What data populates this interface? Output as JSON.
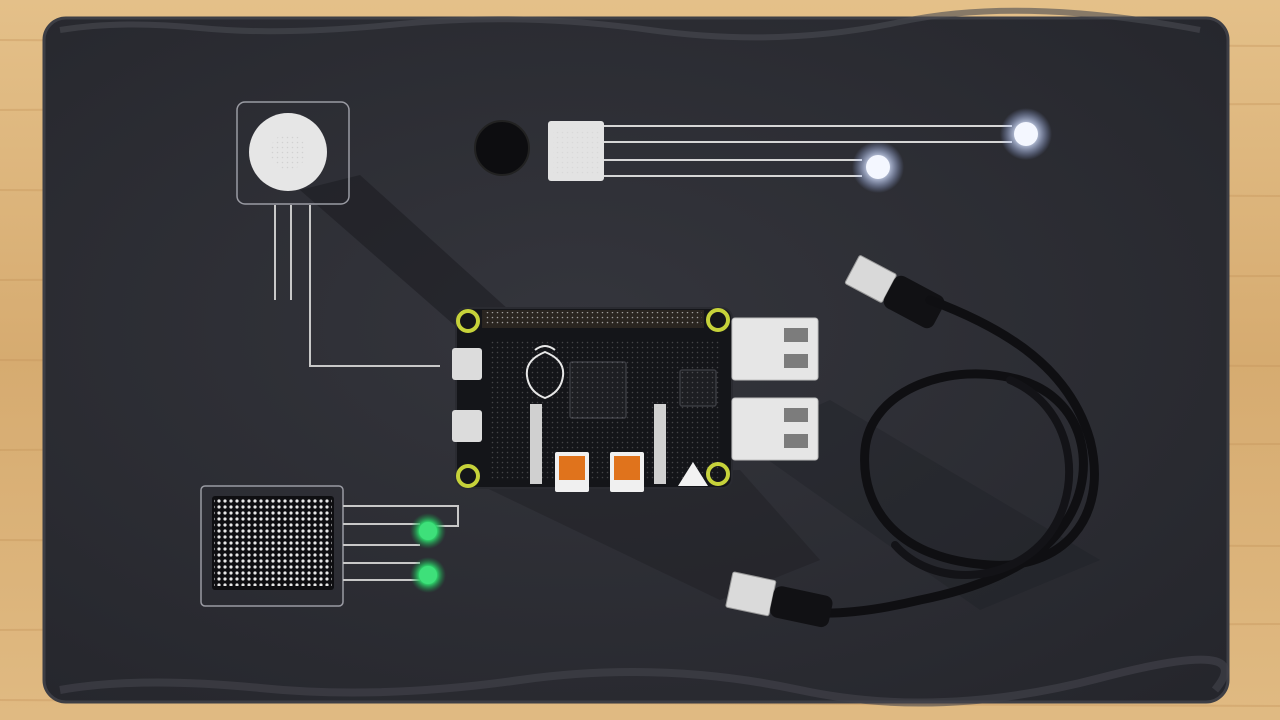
{
  "scene": {
    "description_tag": "",
    "colors": {
      "wood_light": "#e2bd86",
      "wood_dark": "#c99a61",
      "slate": "#2c2d33",
      "slate_edge": "#3a3b42",
      "board_black": "#15161a",
      "header_gold": "#d9b24a",
      "mount_ring": "#c6d23a",
      "usb_silver": "#e6e6e6",
      "ribbon_orange": "#e0731c",
      "wire_white": "#d8d8d8",
      "cable_black": "#0f0f12",
      "led_white_glow": "#eaf2ff",
      "led_green": "#2fd36b",
      "sensor_white": "#e9e9e9"
    },
    "objects": [
      {
        "name": "slate-board",
        "kind": "background"
      },
      {
        "name": "single-board-computer",
        "kind": "device"
      },
      {
        "name": "usb-ports",
        "kind": "connector",
        "count": 2
      },
      {
        "name": "usb-cable",
        "kind": "cable"
      },
      {
        "name": "button-sensor",
        "kind": "sensor"
      },
      {
        "name": "temperature-module",
        "kind": "sensor"
      },
      {
        "name": "white-leds",
        "kind": "indicator",
        "count": 2
      },
      {
        "name": "green-leds",
        "kind": "indicator",
        "count": 2
      },
      {
        "name": "led-matrix",
        "kind": "display"
      }
    ]
  }
}
